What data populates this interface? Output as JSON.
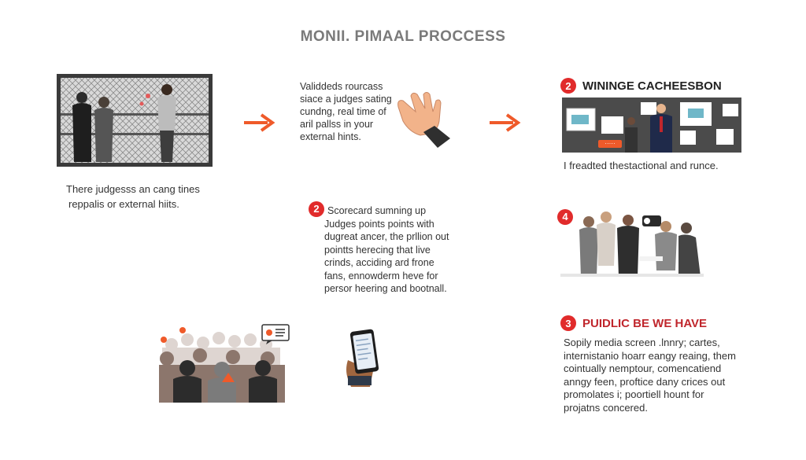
{
  "title": "MONII. PIMAAL PROCCESS",
  "colors": {
    "accent": "#ef5a2a",
    "badge": "#e12b2b",
    "heading_red": "#c0262c"
  },
  "step_cage": {
    "caption_lines": [
      "There judgesss an cang tines",
      "reppalis or external hiits."
    ]
  },
  "step_hand": {
    "lines": [
      "Validdeds rourcass",
      "siace a judges sating",
      "cundng, real time of",
      "aril pallss in your",
      "external hints."
    ]
  },
  "step_scorecard": {
    "badge": "2",
    "lines": [
      "Scorecard sumning up",
      "Judges points points with",
      "dugreat ancer, the prllion out",
      "pointts herecing that live",
      "crinds, acciding ard frone",
      "fans, ennowderm heve for",
      "persor heering and bootnall."
    ]
  },
  "step_winning": {
    "badge": "2",
    "heading": "WININGE CACHEESBON",
    "caption": "I freadted thestactional and runce.",
    "screen_button": "·····"
  },
  "step_group": {
    "badge": "4"
  },
  "step_public": {
    "badge": "3",
    "heading": "PUIDLIC BE WE HAVE",
    "lines": [
      "Sopily media screen .lnnry; cartes,",
      "internistanio hoarr eangy reaing, them",
      "cointually nemptour, comencatiend",
      "anngy feen, proftice dany crices out",
      "promolates i; poortiell hount for",
      "projatns concered."
    ]
  },
  "icons": [
    "right-arrow-icon",
    "right-arrow-icon",
    "hand-icon",
    "smartphone-icon",
    "chat-bubble-icon"
  ]
}
